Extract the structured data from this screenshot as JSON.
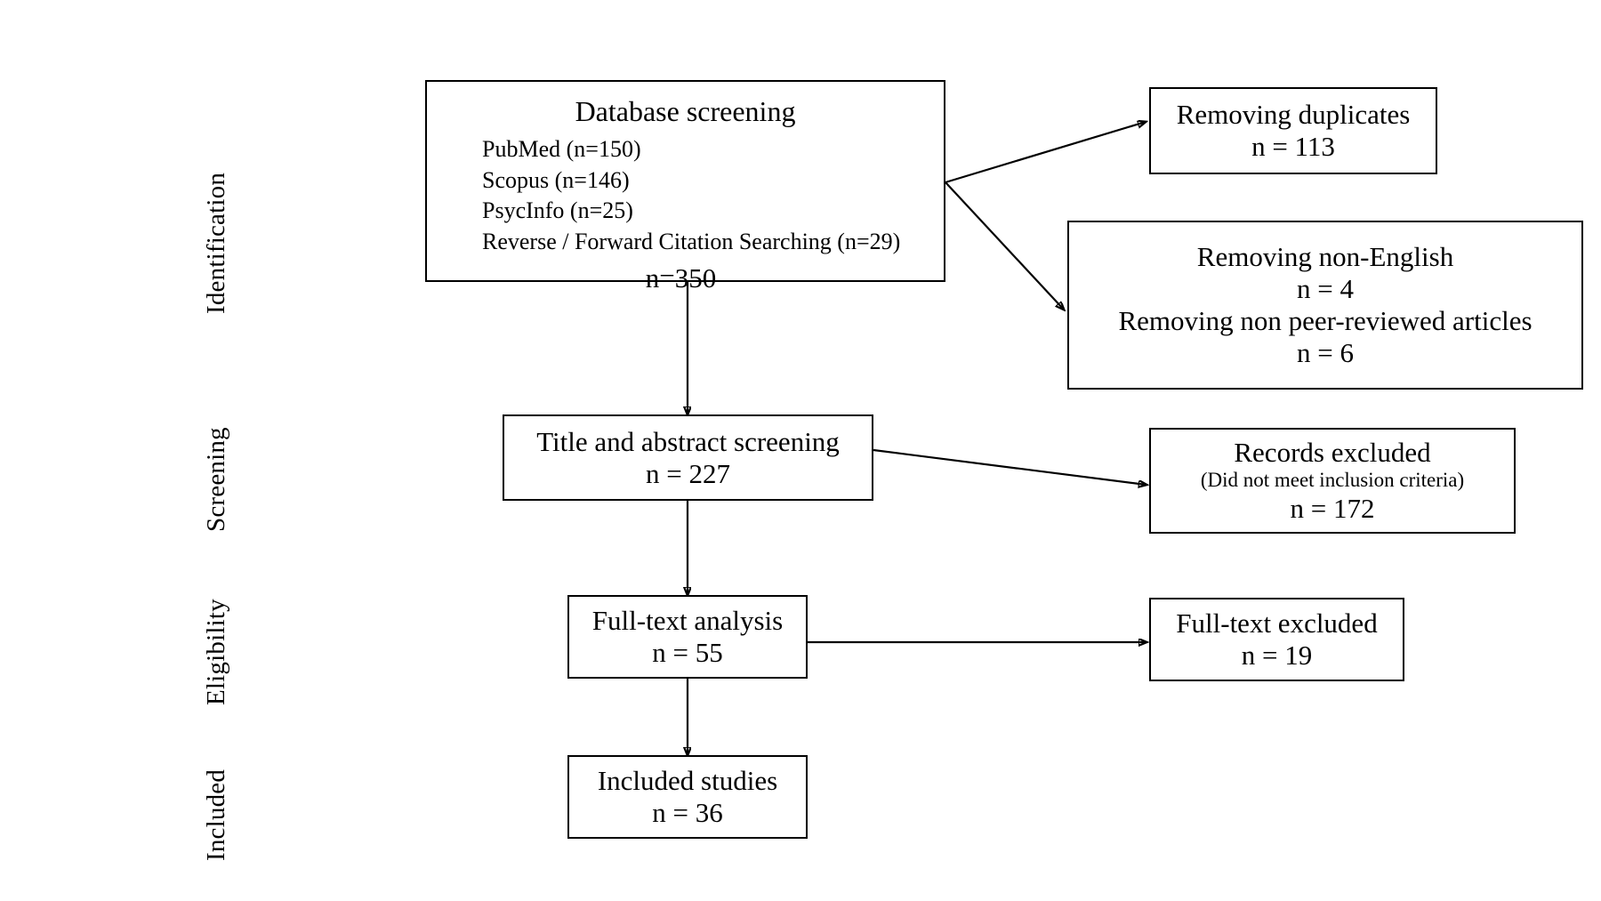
{
  "diagram": {
    "type": "prisma-flow-diagram",
    "stages": [
      {
        "id": "identification",
        "label": "Identification"
      },
      {
        "id": "screening",
        "label": "Screening"
      },
      {
        "id": "eligibility",
        "label": "Eligibility"
      },
      {
        "id": "included",
        "label": "Included"
      }
    ],
    "boxes": {
      "database": {
        "title": "Database screening",
        "sources": [
          "PubMed (n=150)",
          "Scopus (n=146)",
          "PsycInfo (n=25)",
          "Reverse / Forward Citation Searching (n=29)"
        ],
        "total": "n=350"
      },
      "duplicates": {
        "line1": "Removing duplicates",
        "line2": "n = 113"
      },
      "non_english": {
        "line1": "Removing non-English",
        "line2": "n = 4",
        "line3": "Removing non peer-reviewed articles",
        "line4": "n = 6"
      },
      "title_abstract": {
        "line1": "Title and abstract screening",
        "line2": "n = 227"
      },
      "records_excluded": {
        "line1": "Records excluded",
        "line2": "(Did not meet inclusion criteria)",
        "line3": "n = 172"
      },
      "full_text_analysis": {
        "line1": "Full-text analysis",
        "line2": "n = 55"
      },
      "full_text_excluded": {
        "line1": "Full-text excluded",
        "line2": "n = 19"
      },
      "included_studies": {
        "line1": "Included studies",
        "line2": "n = 36"
      }
    },
    "colors": {
      "stroke": "#000000",
      "background": "#ffffff",
      "text": "#000000"
    }
  }
}
